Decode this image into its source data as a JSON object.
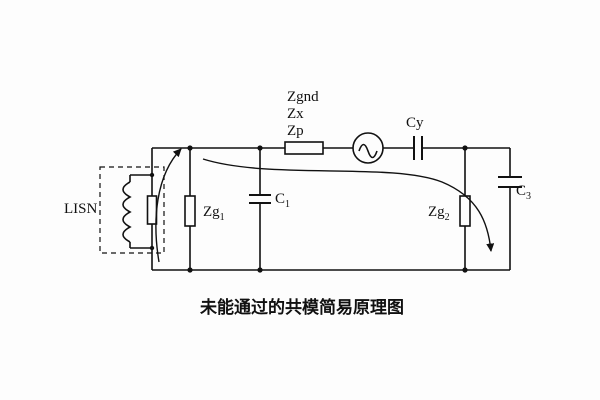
{
  "diagram": {
    "caption": "未能通过的共模简易原理图",
    "labels": {
      "lisn": "LISN",
      "zgnd": "Zgnd",
      "zx": "Zx",
      "zp": "Zp",
      "cy": "Cy",
      "zg1": {
        "base": "Zg",
        "sub": "1"
      },
      "c1": {
        "base": "C",
        "sub": "1"
      },
      "zg2": {
        "base": "Zg",
        "sub": "2"
      },
      "c3": {
        "base": "C",
        "sub": "3"
      }
    }
  }
}
